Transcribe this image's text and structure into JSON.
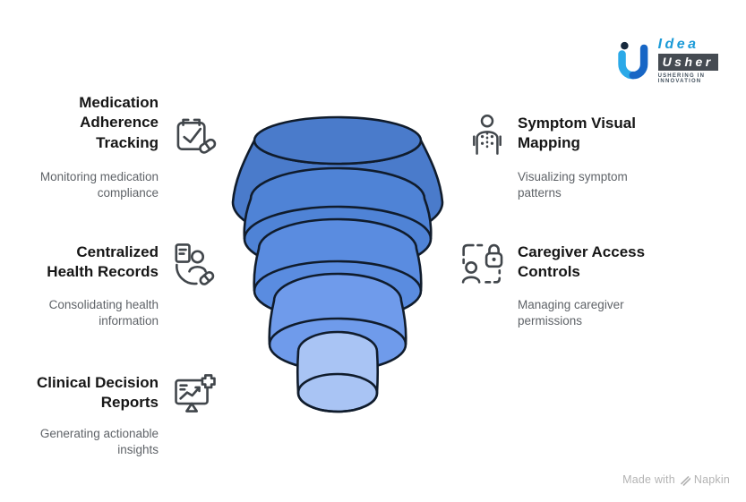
{
  "logo": {
    "name_top": "Idea",
    "name_bottom": "Usher",
    "tagline": "USHERING IN INNOVATION"
  },
  "left_items": [
    {
      "title": "Medication Adherence Tracking",
      "description": "Monitoring medication compliance",
      "icon": "medication-clipboard-check-pill-icon"
    },
    {
      "title": "Centralized Health Records",
      "description": "Consolidating health information",
      "icon": "patient-record-person-pill-icon"
    },
    {
      "title": "Clinical Decision Reports",
      "description": "Generating actionable insights",
      "icon": "monitor-chart-medical-cross-icon"
    }
  ],
  "right_items": [
    {
      "title": "Symptom Visual Mapping",
      "description": "Visualizing symptom patterns",
      "icon": "body-symptom-dots-icon"
    },
    {
      "title": "Caregiver Access Controls",
      "description": "Managing caregiver permissions",
      "icon": "person-lock-frame-icon"
    }
  ],
  "funnel": {
    "outline_color": "#101c2c",
    "layers": [
      {
        "name": "layer-1-top",
        "color": "#4A7BCB"
      },
      {
        "name": "layer-2",
        "color": "#4F83D6"
      },
      {
        "name": "layer-3",
        "color": "#5A8CE0"
      },
      {
        "name": "layer-4",
        "color": "#6F9BEB"
      },
      {
        "name": "layer-5-bottom",
        "color": "#A9C4F4"
      }
    ]
  },
  "footer": {
    "made_with": "Made with",
    "brand": "Napkin"
  }
}
